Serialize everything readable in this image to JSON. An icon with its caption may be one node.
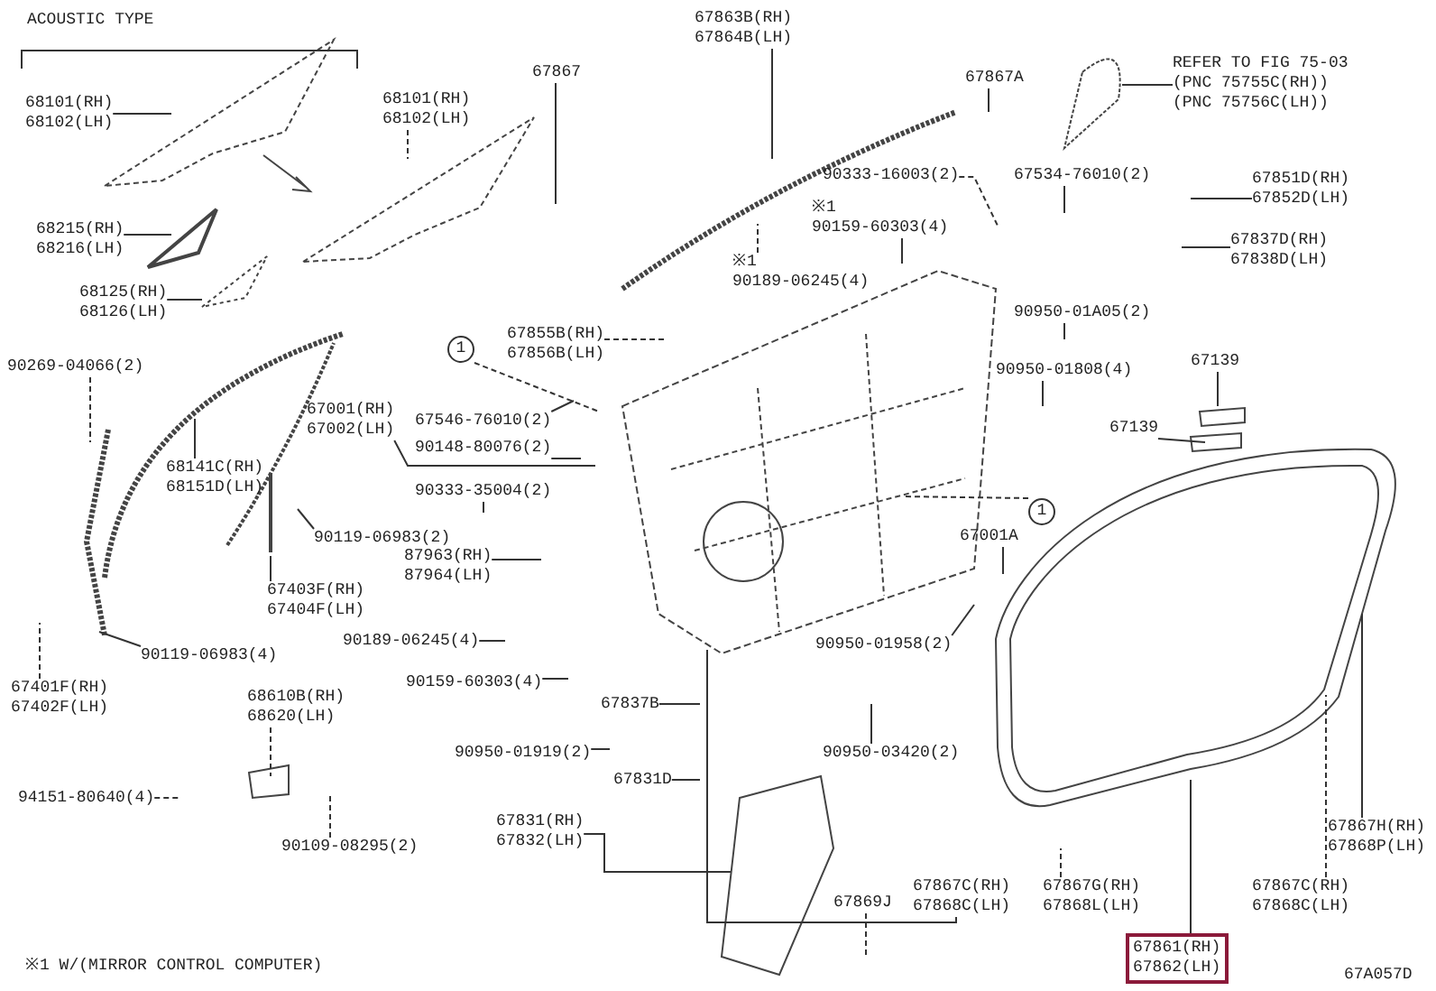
{
  "diagram": {
    "nodes": [
      {
        "text": [
          "68101(RH) 68102(LH)"
        ]
      },
      {
        "text": [
          "68101(RH) 68102(LH)"
        ]
      },
      {
        "text": [
          "68215(RH) 68216(LH)"
        ]
      },
      {
        "text": [
          "68125(RH) 68126(LH)"
        ]
      },
      {
        "text": [
          "67867"
        ]
      },
      {
        "text": [
          "67863B(RH) 67864B(LH)"
        ]
      },
      {
        "text": [
          "67867A"
        ]
      },
      {
        "text": [
          "REFER TO FIG 75-03 (PNC 75755C(RH)) (PNC 75756C(LH))"
        ]
      },
      {
        "text": [
          "90333-16003(2)"
        ]
      },
      {
        "text": [
          "※1",
          "90159-60303(4)"
        ]
      },
      {
        "text": [
          "67534-76010(2)"
        ]
      },
      {
        "text": [
          "67851D(RH) 67852D(LH)"
        ]
      },
      {
        "text": [
          "※1",
          "90189-06245(4)"
        ]
      },
      {
        "text": [
          "67837D(RH) 67838D(LH)"
        ]
      },
      {
        "text": [
          "67855B(RH) 67856B(LH)"
        ]
      },
      {
        "text": [
          "1"
        ]
      },
      {
        "text": [
          "90950-01A05(2)"
        ]
      },
      {
        "text": [
          "90269-04066(2)"
        ]
      },
      {
        "text": [
          "90950-01808(4)"
        ]
      },
      {
        "text": [
          "67139"
        ]
      },
      {
        "text": [
          "67001(RH) 67002(LH)"
        ]
      },
      {
        "text": [
          "67546-76010(2)"
        ]
      },
      {
        "text": [
          "90148-80076(2)"
        ]
      },
      {
        "text": [
          "68141C(RH) 68151D(LH)"
        ]
      },
      {
        "text": [
          "67139"
        ]
      },
      {
        "text": [
          "90333-35004(2)"
        ]
      },
      {
        "text": [
          "1"
        ]
      },
      {
        "text": [
          "67001A"
        ]
      },
      {
        "text": [
          "90119-06983(2)"
        ]
      },
      {
        "text": [
          "87963(RH) 87964(LH)"
        ]
      },
      {
        "text": [
          "67403F(RH) 67404F(LH)"
        ]
      },
      {
        "text": [
          "90950-01958(2)"
        ]
      },
      {
        "text": [
          "90189-06245(4)"
        ]
      },
      {
        "text": [
          "90119-06983(4)"
        ]
      },
      {
        "text": [
          "67401F(RH) 67402F(LH)"
        ]
      },
      {
        "text": [
          "90159-60303(4)"
        ]
      },
      {
        "text": [
          "67837B"
        ]
      },
      {
        "text": [
          "68610B(RH) 68620(LH)"
        ]
      },
      {
        "text": [
          "90950-01919(2)"
        ]
      },
      {
        "text": [
          "90950-03420(2)"
        ]
      },
      {
        "text": [
          "94151-80640(4)"
        ]
      },
      {
        "text": [
          "67831D"
        ]
      },
      {
        "text": [
          "90109-08295(2)"
        ]
      },
      {
        "text": [
          "67831(RH) 67832(LH)"
        ]
      },
      {
        "text": [
          "67867H(RH) 67868P(LH)"
        ]
      },
      {
        "text": [
          "67867C(RH) 67868C(LH)"
        ]
      },
      {
        "text": [
          "67867G(RH) 67868L(LH)"
        ]
      },
      {
        "text": [
          "67867C(RH) 67868C(LH)"
        ]
      },
      {
        "text": [
          "67869J"
        ]
      },
      {
        "text": [
          "67861(RH) 67862(LH)"
        ]
      }
    ],
    "edges": [
      {
        "from": 0,
        "to": null,
        "arrow": "none"
      },
      {
        "from": 1,
        "to": null,
        "arrow": "none",
        "style": "dashed"
      },
      {
        "from": 2,
        "to": null,
        "arrow": "none"
      },
      {
        "from": 3,
        "to": null,
        "arrow": "none"
      },
      {
        "from": 4,
        "to": null,
        "arrow": "none"
      },
      {
        "from": 5,
        "to": null,
        "arrow": "none"
      },
      {
        "from": 6,
        "to": null,
        "arrow": "none"
      },
      {
        "from": 7,
        "to": null,
        "arrow": "none"
      },
      {
        "from": 8,
        "to": null,
        "arrow": "none",
        "style": "dashed"
      },
      {
        "from": 9,
        "to": null,
        "arrow": "none"
      },
      {
        "from": 10,
        "to": null,
        "arrow": "none"
      },
      {
        "from": 11,
        "to": null,
        "arrow": "none"
      },
      {
        "from": 12,
        "to": null,
        "arrow": "none",
        "style": "dashed"
      },
      {
        "from": 13,
        "to": null,
        "arrow": "none"
      },
      {
        "from": 14,
        "to": null,
        "arrow": "none",
        "style": "dashed"
      },
      {
        "from": 15,
        "to": null,
        "arrow": "none",
        "style": "dashed"
      },
      {
        "from": 16,
        "to": null,
        "arrow": "none"
      },
      {
        "from": 17,
        "to": null,
        "arrow": "none",
        "style": "dashed"
      },
      {
        "from": 18,
        "to": null,
        "arrow": "none"
      },
      {
        "from": 19,
        "to": null,
        "arrow": "none"
      },
      {
        "from": 20,
        "to": null,
        "arrow": "none"
      },
      {
        "from": 21,
        "to": null,
        "arrow": "none"
      },
      {
        "from": 22,
        "to": null,
        "arrow": "none"
      },
      {
        "from": 23,
        "to": null,
        "arrow": "none"
      },
      {
        "from": 24,
        "to": null,
        "arrow": "none"
      },
      {
        "from": 25,
        "to": null,
        "arrow": "none"
      },
      {
        "from": 26,
        "to": null,
        "arrow": "none",
        "style": "dashed"
      },
      {
        "from": 27,
        "to": null,
        "arrow": "none"
      },
      {
        "from": 28,
        "to": null,
        "arrow": "none"
      },
      {
        "from": 29,
        "to": null,
        "arrow": "none"
      },
      {
        "from": 30,
        "to": null,
        "arrow": "none"
      },
      {
        "from": 31,
        "to": null,
        "arrow": "none"
      },
      {
        "from": 32,
        "to": null,
        "arrow": "none"
      },
      {
        "from": 33,
        "to": null,
        "arrow": "none"
      },
      {
        "from": 34,
        "to": null,
        "arrow": "none",
        "style": "dashed"
      },
      {
        "from": 35,
        "to": null,
        "arrow": "none"
      },
      {
        "from": 36,
        "to": null,
        "arrow": "none"
      },
      {
        "from": 37,
        "to": null,
        "arrow": "none",
        "style": "dashed"
      },
      {
        "from": 38,
        "to": null,
        "arrow": "none"
      },
      {
        "from": 39,
        "to": null,
        "arrow": "none"
      },
      {
        "from": 40,
        "to": null,
        "arrow": "none",
        "style": "dashed"
      },
      {
        "from": 41,
        "to": null,
        "arrow": "none"
      },
      {
        "from": 42,
        "to": null,
        "arrow": "none",
        "style": "dashed"
      },
      {
        "from": 43,
        "to": null,
        "arrow": "none"
      },
      {
        "from": 44,
        "to": null,
        "arrow": "none"
      },
      {
        "from": 45,
        "to": null,
        "arrow": "none"
      },
      {
        "from": 46,
        "to": null,
        "arrow": "none",
        "style": "dashed"
      },
      {
        "from": 47,
        "to": null,
        "arrow": "none",
        "style": "dashed"
      },
      {
        "from": 48,
        "to": null,
        "arrow": "none",
        "style": "dashed"
      },
      {
        "from": 49,
        "to": null,
        "arrow": "none"
      }
    ],
    "labels": [
      "ACOUSTIC TYPE",
      "※1 W/(MIRROR CONTROL COMPUTER)",
      "67A057D"
    ]
  }
}
